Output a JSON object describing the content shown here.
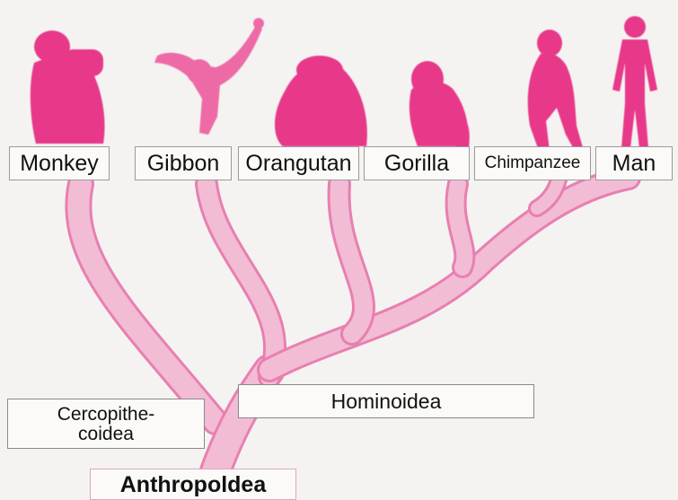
{
  "species": [
    {
      "label": "Monkey",
      "icon": "monkey-icon"
    },
    {
      "label": "Gibbon",
      "icon": "gibbon-icon"
    },
    {
      "label": "Orangutan",
      "icon": "orangutan-icon"
    },
    {
      "label": "Gorilla",
      "icon": "gorilla-icon"
    },
    {
      "label": "Chimpanzee",
      "icon": "chimpanzee-icon"
    },
    {
      "label": "Man",
      "icon": "man-icon"
    }
  ],
  "groups": {
    "cercopithecoidea": {
      "line1": "Cercopithe-",
      "line2": "coidea"
    },
    "hominoidea": "Hominoidea",
    "root": "Anthropoldea"
  },
  "colors": {
    "branch_fill": "#f2bcd4",
    "branch_edge": "#e87fb1",
    "silhouette": "#e8388a",
    "background": "#f4f3f1"
  }
}
